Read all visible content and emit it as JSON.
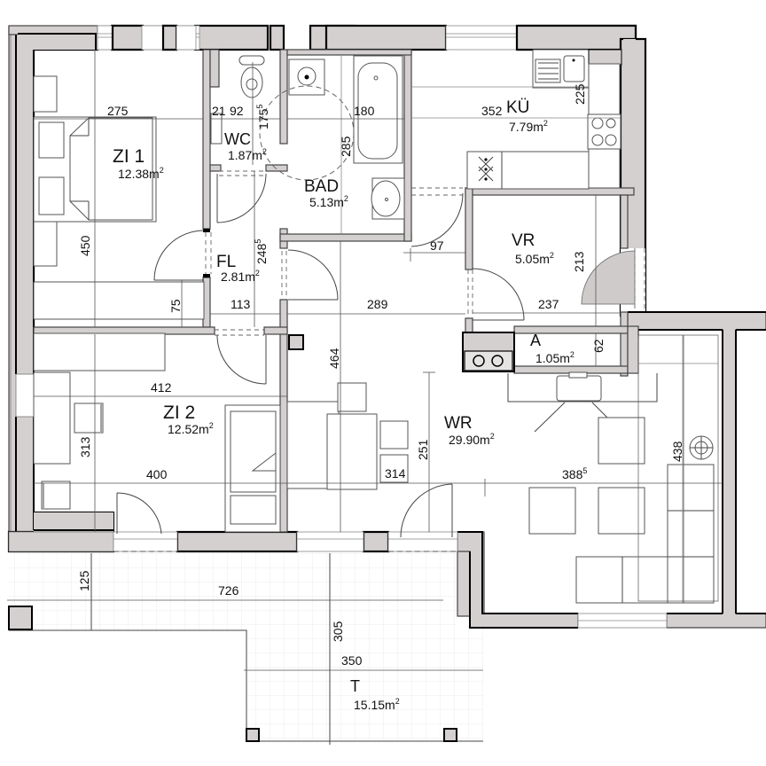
{
  "floorplan": {
    "rooms": [
      {
        "id": "zi1",
        "name": "ZI 1",
        "area": "12.38",
        "unit": "m",
        "unit_sup": "2"
      },
      {
        "id": "wc",
        "name": "WC",
        "area": "1.87",
        "unit": "m",
        "unit_sup": "2"
      },
      {
        "id": "bad",
        "name": "BAD",
        "area": "5.13",
        "unit": "m",
        "unit_sup": "2"
      },
      {
        "id": "ku",
        "name": "KÜ",
        "area": "7.79",
        "unit": "m",
        "unit_sup": "2"
      },
      {
        "id": "fl",
        "name": "FL",
        "area": "2.81",
        "unit": "m",
        "unit_sup": "2"
      },
      {
        "id": "vr",
        "name": "VR",
        "area": "5.05",
        "unit": "m",
        "unit_sup": "2"
      },
      {
        "id": "a",
        "name": "A",
        "area": "1.05",
        "unit": "m",
        "unit_sup": "2"
      },
      {
        "id": "zi2",
        "name": "ZI 2",
        "area": "12.52",
        "unit": "m",
        "unit_sup": "2"
      },
      {
        "id": "wr",
        "name": "WR",
        "area": "29.90",
        "unit": "m",
        "unit_sup": "2"
      },
      {
        "id": "t",
        "name": "T",
        "area": "15.15",
        "unit": "m",
        "unit_sup": "2"
      }
    ],
    "dimensions": {
      "zi1_width": "275",
      "zi1_depth": "450",
      "zi1_closet": "75",
      "wc_a": "21",
      "wc_b": "92",
      "wc_depth": "175",
      "wc_depth_sup": "5",
      "bad_radius": "285",
      "bad_width": "180",
      "ku_width": "352",
      "ku_depth": "225",
      "fl_depth": "248",
      "fl_depth_sup": "5",
      "fl_width": "113",
      "hall_width": "289",
      "hall_depth": "464",
      "door_97": "97",
      "vr_depth": "213",
      "vr_width": "237",
      "a_depth": "62",
      "zi2_width_top": "412",
      "zi2_depth": "313",
      "zi2_width_bottom": "400",
      "wr_table": "314",
      "wr_depth": "251",
      "wr_width": "388",
      "wr_width_sup": "5",
      "wr_side": "438",
      "terrace_depth_top": "125",
      "terrace_length": "726",
      "terrace_depth": "305",
      "terrace_width": "350"
    },
    "colors": {
      "wall_fill": "#d4d0d0",
      "wall_stroke": "#000000",
      "background": "#ffffff"
    }
  }
}
